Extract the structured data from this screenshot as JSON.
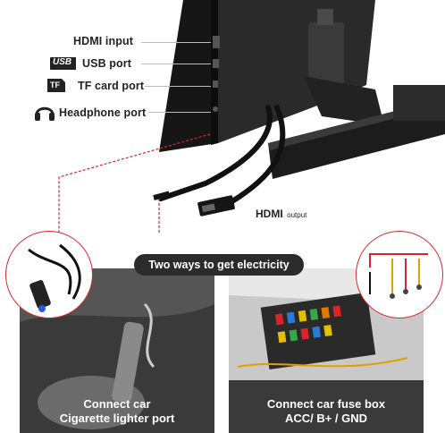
{
  "ports": {
    "hdmi_input": "HDMI input",
    "usb_port": "USB port",
    "usb_badge": "USB",
    "tf_card_port": "TF card port",
    "tf_badge": "TF",
    "headphone_port": "Headphone port"
  },
  "hdmi_output": {
    "main": "HDMI",
    "sub": "output"
  },
  "banner": "Two ways to get electricity",
  "left_panel": {
    "line1": "Connect car",
    "line2": "Cigarette lighter port"
  },
  "right_panel": {
    "line1": "Connect car fuse box",
    "line2": "ACC/ B+ / GND"
  },
  "colors": {
    "accent_red": "#d6252b",
    "device_black": "#1a1a1a",
    "panel_dark": "#2f2f2f"
  }
}
